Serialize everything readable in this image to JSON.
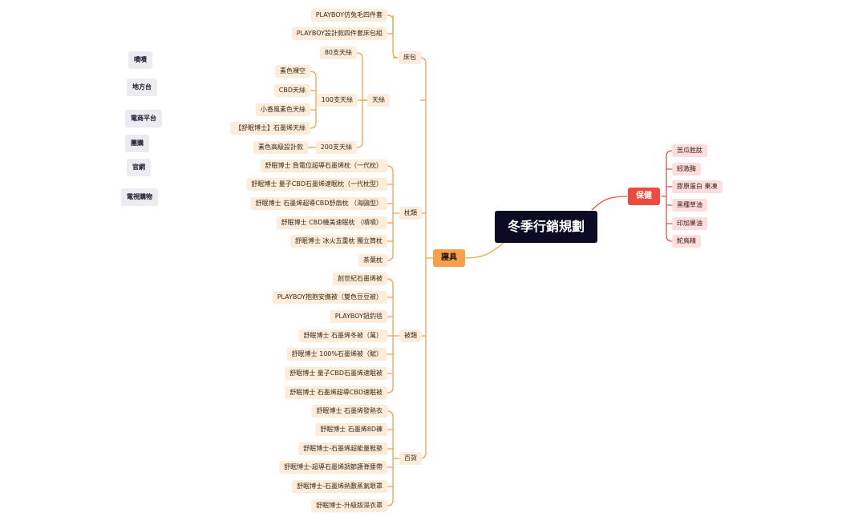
{
  "root": "冬季行銷規劃",
  "branches": {
    "bedding": {
      "label": "寢具",
      "subs": {
        "bedpack": {
          "label": "床包",
          "items": [
            "PLAYBOY仿兔毛四件套",
            "PLAYBOY設計款四件套床包組"
          ]
        },
        "tencel": {
          "label": "天絲",
          "groups": {
            "g80": {
              "label": "80支天絲",
              "items": []
            },
            "g100": {
              "label": "100支天絲",
              "items": [
                "素色裸空",
                "CBD天絲",
                "小香風素色天絲",
                "【舒眠博士】石墨烯天絲"
              ]
            },
            "g200": {
              "label": "200支天絲",
              "items": [
                "素色高級設計款"
              ]
            }
          }
        },
        "pillow": {
          "label": "枕類",
          "items": [
            "舒眠博士 負電位超導石墨烯枕（一代枕）",
            "舒眠博士 量子CBD石墨烯速眠枕（一代枕型）",
            "舒眠博士 石墨烯超導CBD舒扇枕 （海鷗型）",
            "舒眠博士 CBD機美速眠枕 （嘖嘖）",
            "舒眠博士 冰火五重枕 獨立筒枕",
            "茶葉枕"
          ]
        },
        "quilt": {
          "label": "被類",
          "items": [
            "創世紀石墨烯被",
            "PLAYBOY抱抱安撫被（雙色豆豆被）",
            "PLAYBOY鈕釣毯",
            "舒眠博士 石墨烯冬被（萬）",
            "舒眠博士 100%石墨烯被（賦）",
            "舒眠博士 量子CBD石墨烯速眠被",
            "舒眠博士 石墨烯超導CBD速眠被"
          ]
        },
        "general": {
          "label": "百貨",
          "items": [
            "舒眠博士 石墨烯發熱衣",
            "舒眠博士 石墨烯8D褲",
            "舒眠博士-石墨烯超能量鞋墊",
            "舒眠博士-超導石墨烯調節護脊腰帶",
            "舒眠博士-石墨烯熱敷蒸氣眼罩",
            "舒眠博士-升級版濕衣罩"
          ]
        }
      }
    },
    "health": {
      "label": "保健",
      "items": [
        "苦瓜胜肽",
        "蚓激酶",
        "膠原蛋白 果凍",
        "黑種草油",
        "印加果油",
        "鮀鳥精"
      ]
    }
  },
  "channels": [
    "嘖嘖",
    "地方台",
    "電商平台",
    "團購",
    "官網",
    "電視購物"
  ],
  "colors": {
    "bedding_line": "#f5a04c",
    "health_line": "#e8504a",
    "root_bg": "#0d0b24",
    "leaf_orange_bg": "#fdecd9",
    "leaf_red_bg": "#fcdedd",
    "channel_bg": "#ecebf1"
  }
}
